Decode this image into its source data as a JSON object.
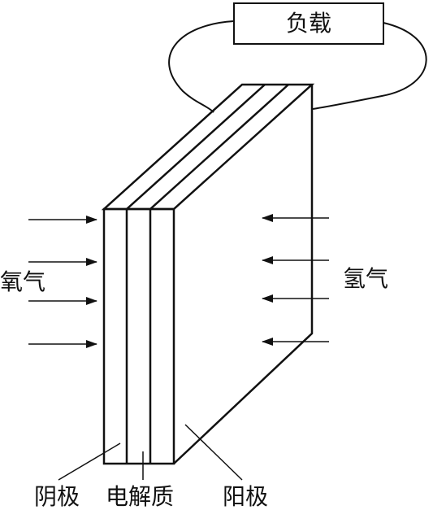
{
  "labels": {
    "load": "负载",
    "oxygen": "氧气",
    "hydrogen": "氢气",
    "cathode": "阴极",
    "electrolyte": "电解质",
    "anode": "阳极"
  },
  "colors": {
    "line": "#111111",
    "background": "#ffffff"
  }
}
